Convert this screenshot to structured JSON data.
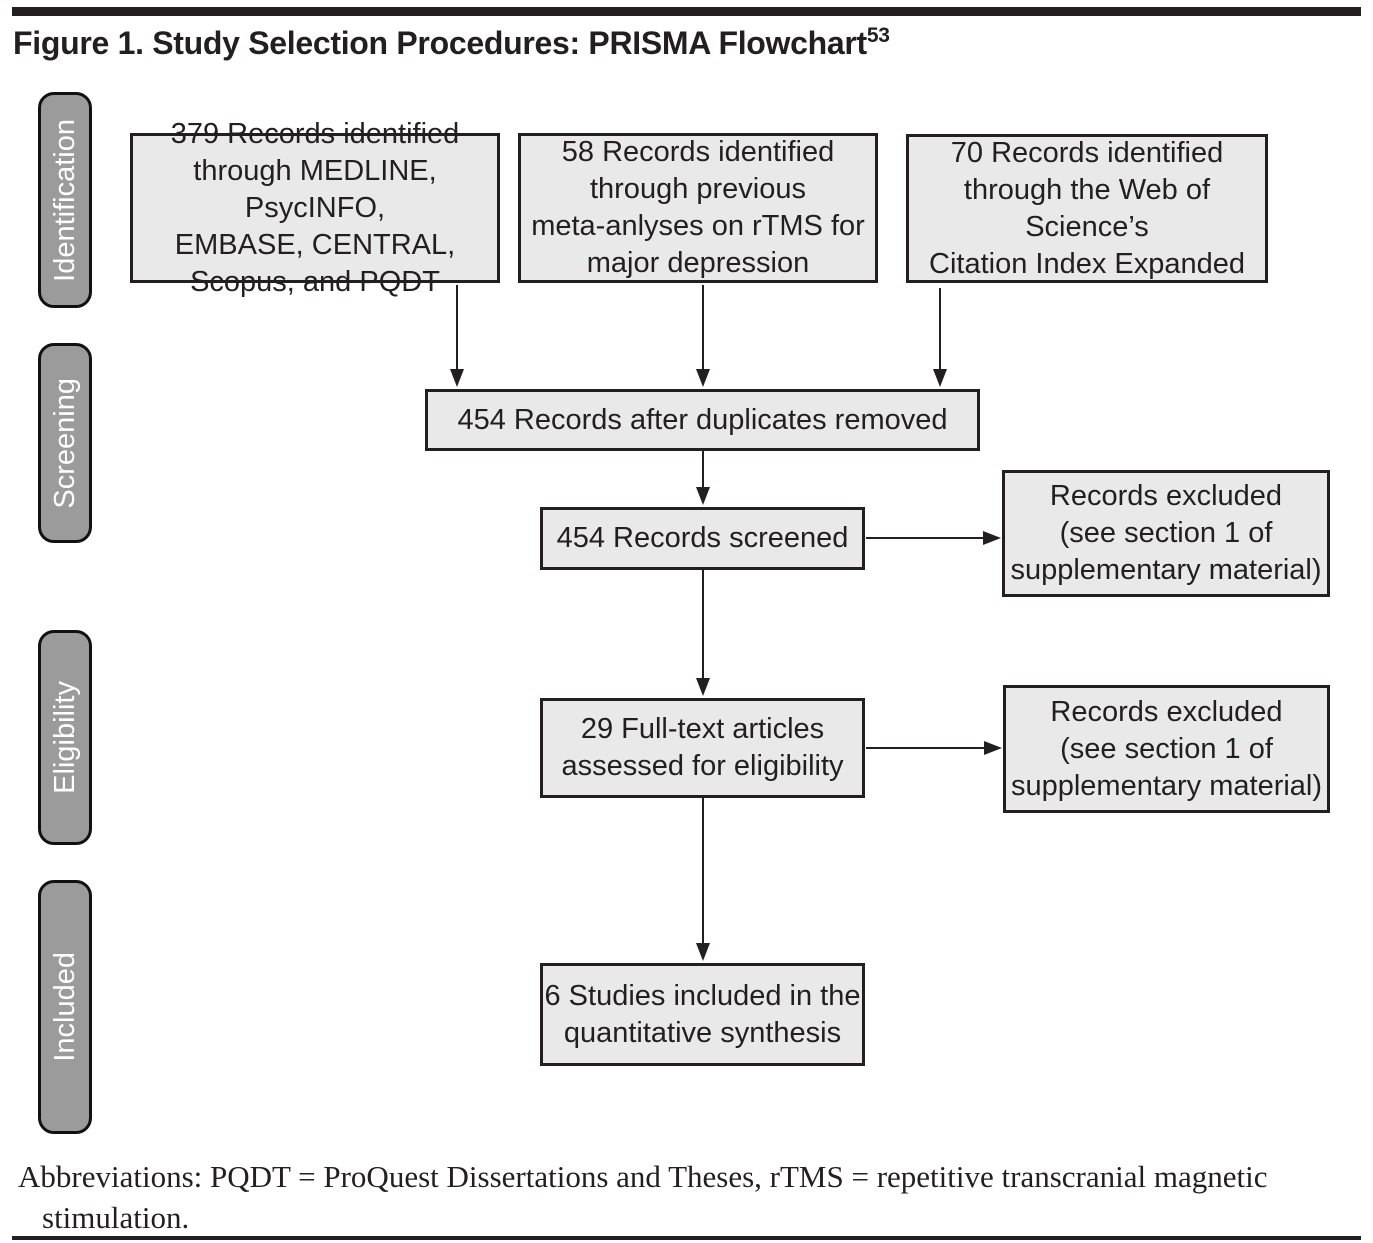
{
  "figure": {
    "title": "Figure 1. Study Selection Procedures: PRISMA Flowchart",
    "title_superscript": "53"
  },
  "stages": {
    "identification": "Identification",
    "screening": "Screening",
    "eligibility": "Eligibility",
    "included": "Included"
  },
  "boxes": {
    "records_databases": "379 Records identified\nthrough MEDLINE, PsycINFO,\nEMBASE, CENTRAL,\nScopus, and PQDT",
    "records_meta_analyses": "58 Records identified\nthrough previous\nmeta-anlyses on rTMS for\nmajor depression",
    "records_web_of_science": "70 Records identified\nthrough the Web of Science’s\nCitation Index Expanded",
    "after_duplicates": "454 Records after duplicates removed",
    "records_screened": "454 Records screened",
    "records_excluded_screening": "Records excluded\n(see section 1 of\nsupplementary material)",
    "fulltext_assessed": "29 Full-text articles\nassessed for eligibility",
    "records_excluded_eligibility": "Records excluded\n(see section 1 of\nsupplementary material)",
    "studies_included": "6 Studies included in the\nquantitative synthesis"
  },
  "footnote": "Abbreviations: PQDT = ProQuest Dissertations and Theses, rTMS = repetitive transcranial magnetic stimulation.",
  "colors": {
    "box_fill": "#e9e9e9",
    "box_border": "#231f20",
    "stage_fill": "#9b9b9b",
    "stage_border": "#111111",
    "stage_text": "#ffffff",
    "text": "#231f20"
  }
}
